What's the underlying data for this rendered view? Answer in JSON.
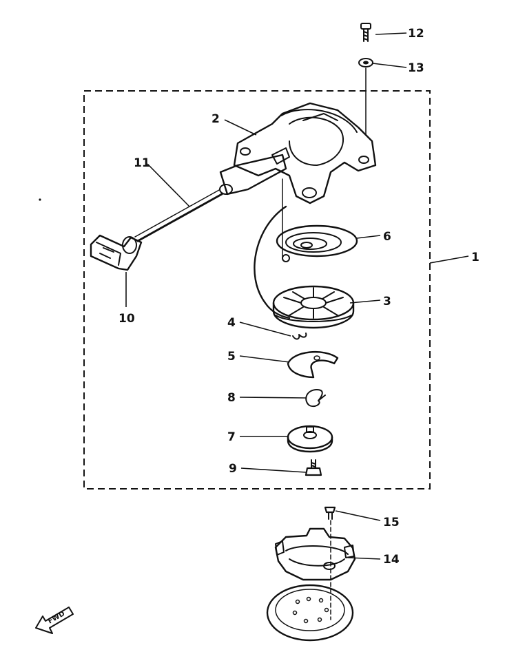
{
  "parts": [
    {
      "id": "1",
      "label": "1"
    },
    {
      "id": "2",
      "label": "2"
    },
    {
      "id": "3",
      "label": "3"
    },
    {
      "id": "4",
      "label": "4"
    },
    {
      "id": "5",
      "label": "5"
    },
    {
      "id": "6",
      "label": "6"
    },
    {
      "id": "7",
      "label": "7"
    },
    {
      "id": "8",
      "label": "8"
    },
    {
      "id": "9",
      "label": "9"
    },
    {
      "id": "10",
      "label": "10"
    },
    {
      "id": "11",
      "label": "11"
    },
    {
      "id": "12",
      "label": "12"
    },
    {
      "id": "13",
      "label": "13"
    },
    {
      "id": "14",
      "label": "14"
    },
    {
      "id": "15",
      "label": "15"
    }
  ],
  "direction_arrow": {
    "label": "FWD"
  },
  "colors": {
    "ink": "#111111",
    "background": "#ffffff"
  }
}
